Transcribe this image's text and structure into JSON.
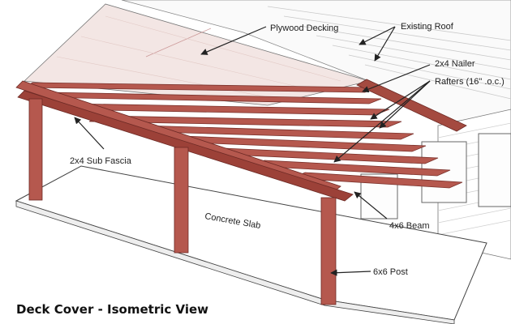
{
  "title": "Deck Cover - Isometric View",
  "labels": {
    "plywood_decking": "Plywood Decking",
    "existing_roof": "Existing Roof",
    "nailer": "2x4 Nailer",
    "rafters": "Rafters (16\" .o.c.)",
    "sub_fascia": "2x4 Sub Fascia",
    "concrete_slab": "Concrete Slab",
    "beam": "4x6 Beam",
    "post": "6x6 Post"
  },
  "colors": {
    "wood": "#b5584e",
    "wood_dark": "#8a3a33",
    "plywood": "#f3e6e4",
    "slab": "#ffffff",
    "siding_line": "#c9c9c9",
    "outline": "#333333"
  }
}
